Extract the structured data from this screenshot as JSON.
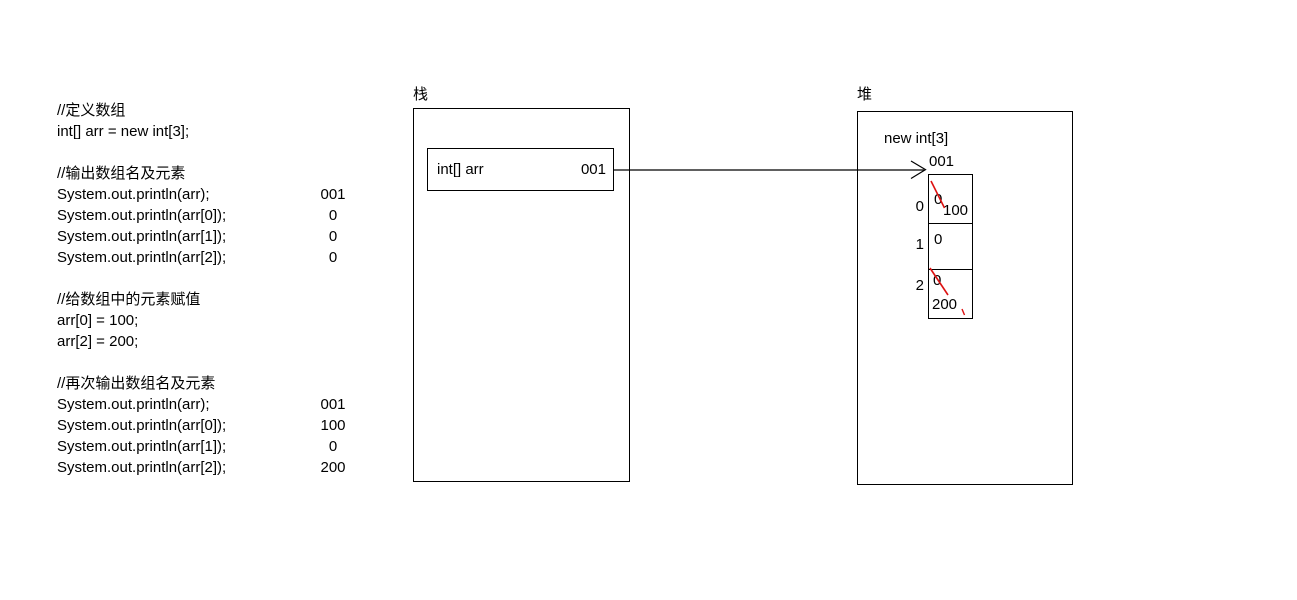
{
  "code_panel": {
    "lines": [
      {
        "code": "//定义数组",
        "output": ""
      },
      {
        "code": "int[] arr = new int[3];",
        "output": ""
      },
      {
        "code": "",
        "output": ""
      },
      {
        "code": "//输出数组名及元素",
        "output": ""
      },
      {
        "code": "System.out.println(arr);",
        "output": "001"
      },
      {
        "code": "System.out.println(arr[0]);",
        "output": "0"
      },
      {
        "code": "System.out.println(arr[1]);",
        "output": "0"
      },
      {
        "code": "System.out.println(arr[2]);",
        "output": "0"
      },
      {
        "code": "",
        "output": ""
      },
      {
        "code": "//给数组中的元素赋值",
        "output": ""
      },
      {
        "code": "arr[0] = 100;",
        "output": ""
      },
      {
        "code": "arr[2] = 200;",
        "output": ""
      },
      {
        "code": "",
        "output": ""
      },
      {
        "code": "//再次输出数组名及元素",
        "output": ""
      },
      {
        "code": "System.out.println(arr);",
        "output": "001"
      },
      {
        "code": "System.out.println(arr[0]);",
        "output": "100"
      },
      {
        "code": "System.out.println(arr[1]);",
        "output": "0"
      },
      {
        "code": "System.out.println(arr[2]);",
        "output": "200"
      }
    ]
  },
  "stack": {
    "label": "栈",
    "variable": {
      "name": "int[] arr",
      "value": "001"
    }
  },
  "heap": {
    "label": "堆",
    "allocation": "new int[3]",
    "address": "001",
    "cells": [
      {
        "index": "0",
        "old_value": "0",
        "new_value": "100",
        "crossed_out": true
      },
      {
        "index": "1",
        "old_value": "0",
        "new_value": "",
        "crossed_out": false
      },
      {
        "index": "2",
        "old_value": "0",
        "new_value": "200",
        "crossed_out": true
      }
    ]
  },
  "colors": {
    "line": "#000000",
    "strike": "#dd1111",
    "text": "#000000",
    "background": "#ffffff"
  }
}
